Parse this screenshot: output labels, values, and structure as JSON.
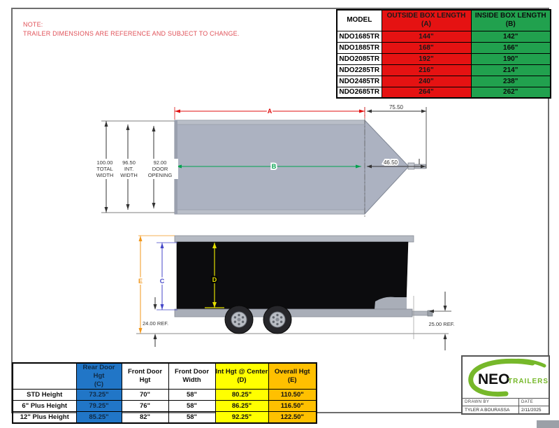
{
  "note": {
    "line1": "NOTE:",
    "line2": "TRAILER DIMENSIONS ARE REFERENCE AND SUBJECT TO CHANGE."
  },
  "colors": {
    "red": "#E51212",
    "green": "#21A14E",
    "blue_header": "#2176C7",
    "yellow": "#FFFF00",
    "orange": "#FFC000",
    "dim_a_red": "#E01010",
    "dim_b_green": "#00A14E",
    "dim_c_blue": "#4446C8",
    "dim_d_yellow": "#E3DF00",
    "dim_e_orange": "#F2971B",
    "logo_green": "#76B82A"
  },
  "spec_table": {
    "header": {
      "model": "MODEL",
      "outside": "OUTSIDE BOX LENGTH",
      "outside_sub": "(A)",
      "inside": "INSIDE BOX LENGTH",
      "inside_sub": "(B)"
    },
    "rows": [
      {
        "model": "NDO1685TR",
        "outside": "144\"",
        "inside": "142\""
      },
      {
        "model": "NDO1885TR",
        "outside": "168\"",
        "inside": "166\""
      },
      {
        "model": "NDO2085TR",
        "outside": "192\"",
        "inside": "190\""
      },
      {
        "model": "NDO2285TR",
        "outside": "216\"",
        "inside": "214\""
      },
      {
        "model": "NDO2485TR",
        "outside": "240\"",
        "inside": "238\""
      },
      {
        "model": "NDO2685TR",
        "outside": "264\"",
        "inside": "262\""
      }
    ]
  },
  "top_view": {
    "dim_a": "A",
    "dim_b": "B",
    "tongue_length": "75.50",
    "nose_length": "46.50",
    "total_width": {
      "l1": "100.00",
      "l2": "TOTAL",
      "l3": "WIDTH"
    },
    "int_width": {
      "l1": "96.50",
      "l2": "INT.",
      "l3": "WIDTH"
    },
    "door_opening": {
      "l1": "92.00",
      "l2": "DOOR",
      "l3": "OPENING"
    }
  },
  "side_view": {
    "dim_c": "C",
    "dim_d": "D",
    "dim_e": "E",
    "rear_clearance": "24.00 REF.",
    "coupler_height": "25.00 REF."
  },
  "height_table": {
    "header": {
      "c1": "",
      "c2": "Rear Door Hgt",
      "c2_sub": "(C)",
      "c3": "Front Door",
      "c3_sub": "Hgt",
      "c4": "Front Door",
      "c4_sub": "Width",
      "c5": "Int Hgt @ Center",
      "c5_sub": "(D)",
      "c6": "Overall Hgt",
      "c6_sub": "(E)"
    },
    "rows": [
      {
        "label": "STD Height",
        "rear_door": "73.25\"",
        "front_door_hgt": "70\"",
        "front_door_width": "58\"",
        "int_hgt": "80.25\"",
        "overall": "110.50\""
      },
      {
        "label": "6\" Plus Height",
        "rear_door": "79.25\"",
        "front_door_hgt": "76\"",
        "front_door_width": "58\"",
        "int_hgt": "86.25\"",
        "overall": "116.50\""
      },
      {
        "label": "12\" Plus Height",
        "rear_door": "85.25\"",
        "front_door_hgt": "82\"",
        "front_door_width": "58\"",
        "int_hgt": "92.25\"",
        "overall": "122.50\""
      }
    ]
  },
  "title_block": {
    "brand_name": "NEO",
    "brand_suffix": "TRAILERS",
    "drawn_by_label": "DRAWN BY",
    "date_label": "DATE",
    "drawn_by": "TYLER A BOURASSA",
    "date": "2/11/2025"
  }
}
